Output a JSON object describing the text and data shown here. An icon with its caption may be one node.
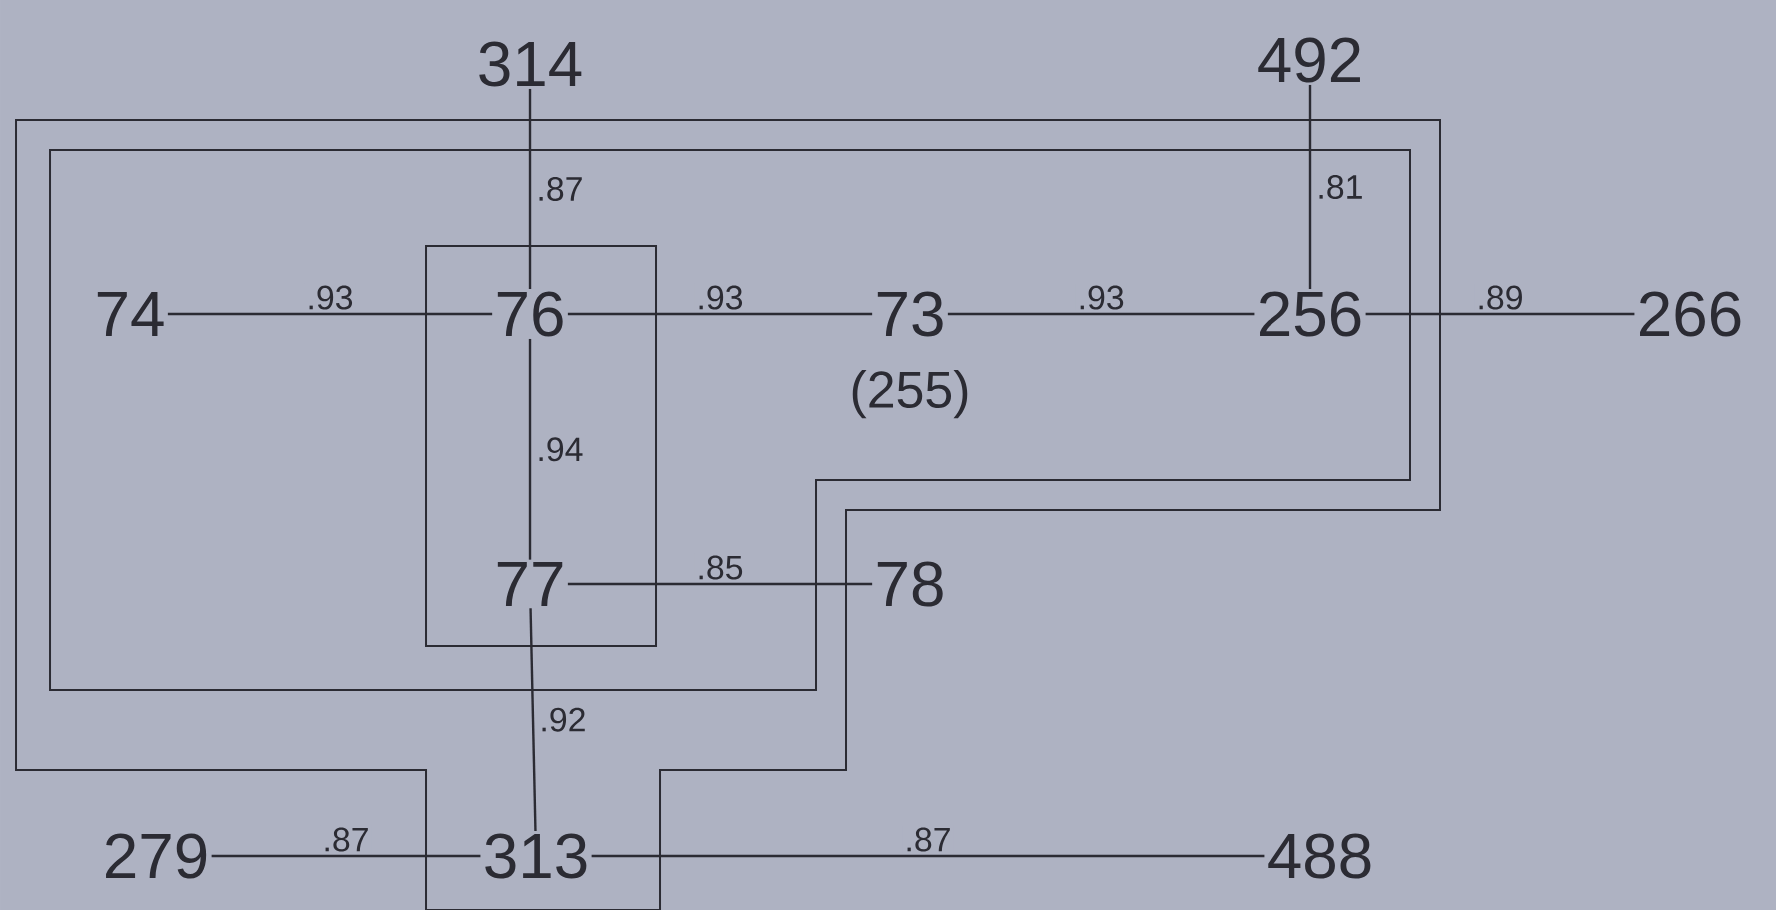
{
  "diagram": {
    "nodes": [
      {
        "text": [
          "314"
        ]
      },
      {
        "text": [
          "492"
        ]
      },
      {
        "text": [
          "74"
        ]
      },
      {
        "text": [
          "76"
        ]
      },
      {
        "text": [
          "73"
        ],
        "beside": [
          "(255)"
        ]
      },
      {
        "text": [
          "256"
        ]
      },
      {
        "text": [
          "266"
        ]
      },
      {
        "text": [
          "77"
        ]
      },
      {
        "text": [
          "78"
        ]
      },
      {
        "text": [
          "279"
        ]
      },
      {
        "text": [
          "313"
        ]
      },
      {
        "text": [
          "488"
        ]
      }
    ],
    "edges": [
      {
        "from": 0,
        "to": 3,
        "arrow": "none",
        "label": ".87"
      },
      {
        "from": 1,
        "to": 5,
        "arrow": "none",
        "label": ".81"
      },
      {
        "from": 2,
        "to": 3,
        "arrow": "none",
        "label": ".93"
      },
      {
        "from": 3,
        "to": 4,
        "arrow": "none",
        "label": ".93"
      },
      {
        "from": 4,
        "to": 5,
        "arrow": "none",
        "label": ".93"
      },
      {
        "from": 5,
        "to": 6,
        "arrow": "none",
        "label": ".89"
      },
      {
        "from": 3,
        "to": 7,
        "arrow": "none",
        "label": ".94"
      },
      {
        "from": 7,
        "to": 8,
        "arrow": "none",
        "label": ".85"
      },
      {
        "from": 7,
        "to": 10,
        "arrow": "none",
        "label": ".92"
      },
      {
        "from": 9,
        "to": 10,
        "arrow": "none",
        "label": ".87"
      },
      {
        "from": 10,
        "to": 11,
        "arrow": "none",
        "label": ".87"
      }
    ]
  }
}
